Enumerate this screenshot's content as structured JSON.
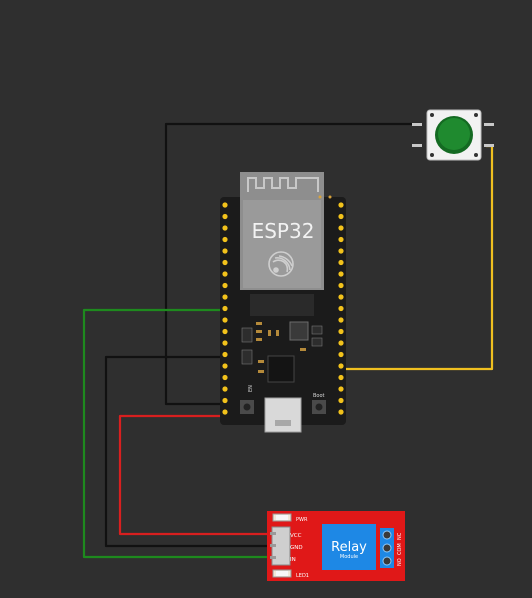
{
  "esp32": {
    "title": "ESP32",
    "boot_label": "Boot",
    "en_label": "EN"
  },
  "relay": {
    "title": "Relay",
    "subtitle": "Module",
    "pwr_label": "PWR",
    "led_label": "LED1",
    "pins": [
      "VCC",
      "GND",
      "IN"
    ],
    "terminals": [
      "NO",
      "COM",
      "NC"
    ]
  },
  "wires": {
    "black": "#111111",
    "green": "#1e8a1e",
    "red": "#d81f1f",
    "yellow": "#f0c020"
  },
  "button": {
    "cap_color": "#1f8a2f"
  }
}
